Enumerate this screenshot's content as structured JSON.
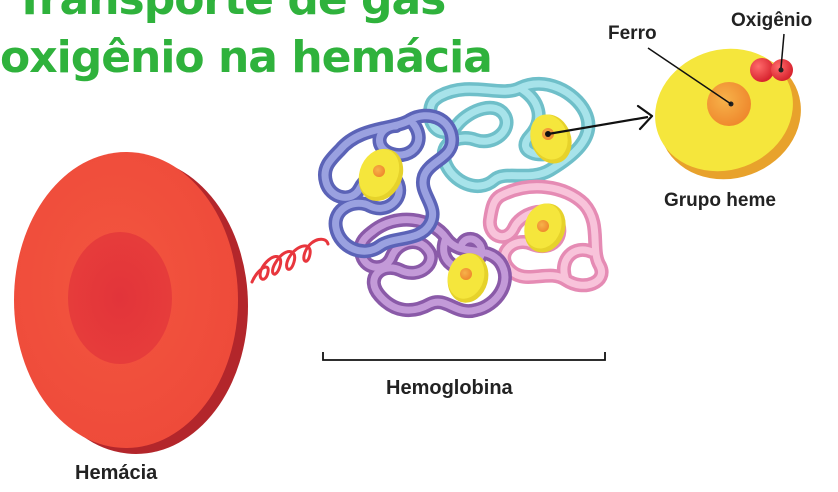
{
  "title": {
    "line1": "Transporte de gás",
    "line2": "oxigênio na hemácia"
  },
  "labels": {
    "hemacia": "Hemácia",
    "hemoglobina": "Hemoglobina",
    "ferro": "Ferro",
    "oxigenio": "Oxigênio",
    "grupo_heme": "Grupo heme"
  },
  "colors": {
    "title": "#2fb23c",
    "cell": "#ee4b3c",
    "chain_blue": "#7e86cf",
    "chain_teal": "#8fd6de",
    "chain_purple": "#a77bbf",
    "chain_pink": "#f1a6c7",
    "heme_yellow": "#f5e63c",
    "iron": "#f29a3a",
    "oxygen": "#e8363d"
  }
}
